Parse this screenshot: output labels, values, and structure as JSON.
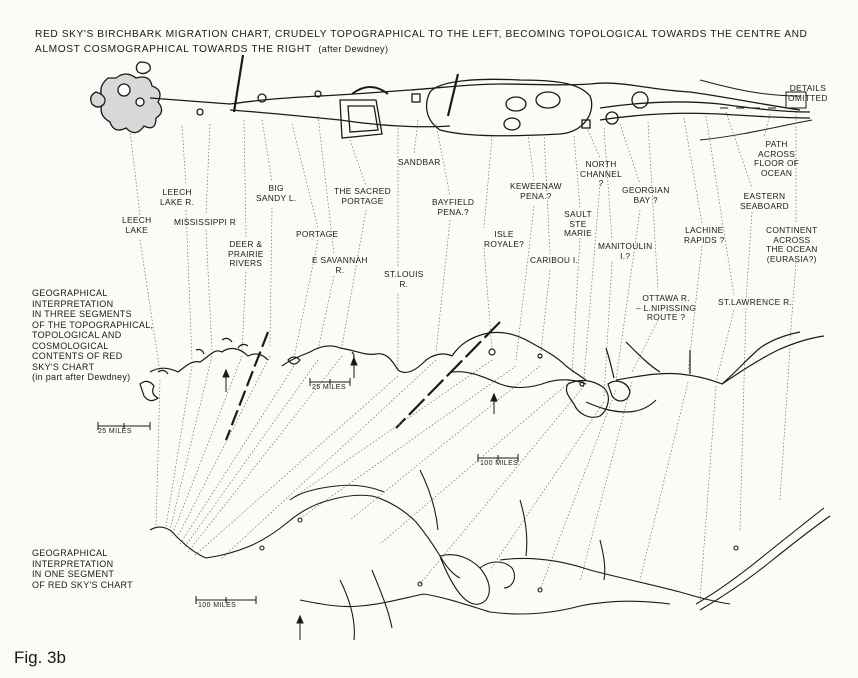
{
  "title": {
    "line1": "RED SKY'S BIRCHBARK MIGRATION CHART, CRUDELY TOPOGRAPHICAL TO THE LEFT, BECOMING TOPOLOGICAL TOWARDS THE CENTRE AND",
    "line2": "ALMOST COSMOGRAPHICAL TOWARDS THE RIGHT",
    "line2_sub": "(after Dewdney)"
  },
  "labels": {
    "leech_lake": "LEECH\nLAKE",
    "leech_lake_r": "LEECH\nLAKE R.",
    "mississippi": "MISSISSIPPI R",
    "deer_prairie": "DEER &\nPRAIRIE\nRIVERS",
    "big_sandy": "BIG\nSANDY L.",
    "portage": "PORTAGE",
    "e_savannah": "E SAVANNAH\nR.",
    "sacred_portage": "THE SACRED\nPORTAGE",
    "st_louis": "ST.LOUIS\nR.",
    "sandbar": "SANDBAR",
    "bayfield": "BAYFIELD\nPENA.?",
    "isle_royale": "ISLE\nROYALE?",
    "keweenaw": "KEWEENAW\nPENA.?",
    "caribou": "CARIBOU I.",
    "sault": "SAULT\nSTE\nMARIE",
    "north_channel": "NORTH\nCHANNEL\n?",
    "manitoulin": "MANITOULIN\nI.?",
    "georgian": "GEORGIAN\nBAY ?",
    "ottawa": "OTTAWA R.\n– L.NIPISSING\nROUTE ?",
    "lachine": "LACHINE\nRAPIDS ?",
    "st_lawrence": "ST.LAWRENCE R.",
    "eastern": "EASTERN\nSEABOARD",
    "path": "PATH\nACROSS\nFLOOR OF\nOCEAN",
    "continent": "CONTINENT\nACROSS\nTHE OCEAN\n(EURASIA?)",
    "details": "DETAILS\nOMITTED"
  },
  "interp_three": "GEOGRAPHICAL\nINTERPRETATION\nIN THREE SEGMENTS\nOF THE TOPOGRAPHICAL,\nTOPOLOGICAL AND\nCOSMOLOGICAL\nCONTENTS OF RED\nSKY'S CHART\n(in part after Dewdney)",
  "interp_one": "GEOGRAPHICAL\nINTERPRETATION\nIN ONE SEGMENT\nOF RED SKY'S CHART",
  "scales": {
    "s25a": "25 MILES",
    "s25b": "25 MILES",
    "s100a": "100 MILES",
    "s100b": "100 MILES"
  },
  "figure_label": "Fig. 3b",
  "colors": {
    "ink": "#1a1a1a",
    "paper": "#fbfbf8",
    "guide": "#6e6e6e"
  }
}
